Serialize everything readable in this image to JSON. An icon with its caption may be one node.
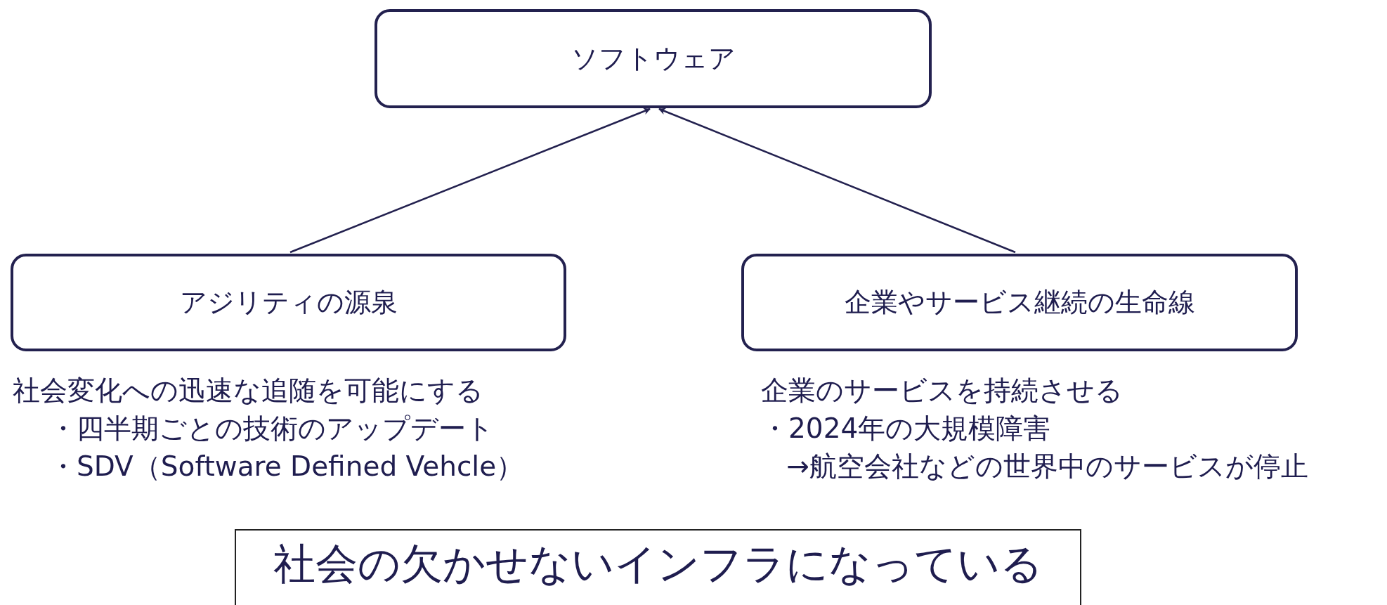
{
  "diagram": {
    "nodes": [
      {
        "text": [
          "ソフトウェア"
        ]
      },
      {
        "text": [
          "アジリティの源泉"
        ],
        "beside": [
          "社会変化への迅速な追随を可能にする",
          "・四半期ごとの技術のアップデート",
          "・SDV（Software Defined Vehcle）"
        ]
      },
      {
        "text": [
          "企業やサービス継続の生命線"
        ],
        "beside": [
          "企業のサービスを持続させる",
          "・2024年の大規模障害",
          "→航空会社などの世界中のサービスが停止"
        ]
      },
      {
        "text": [
          "社会の欠かせないインフラになっている"
        ]
      }
    ],
    "edges": [
      {
        "from": 1,
        "to": 0,
        "arrow": "to"
      },
      {
        "from": 2,
        "to": 0,
        "arrow": "to"
      }
    ]
  }
}
